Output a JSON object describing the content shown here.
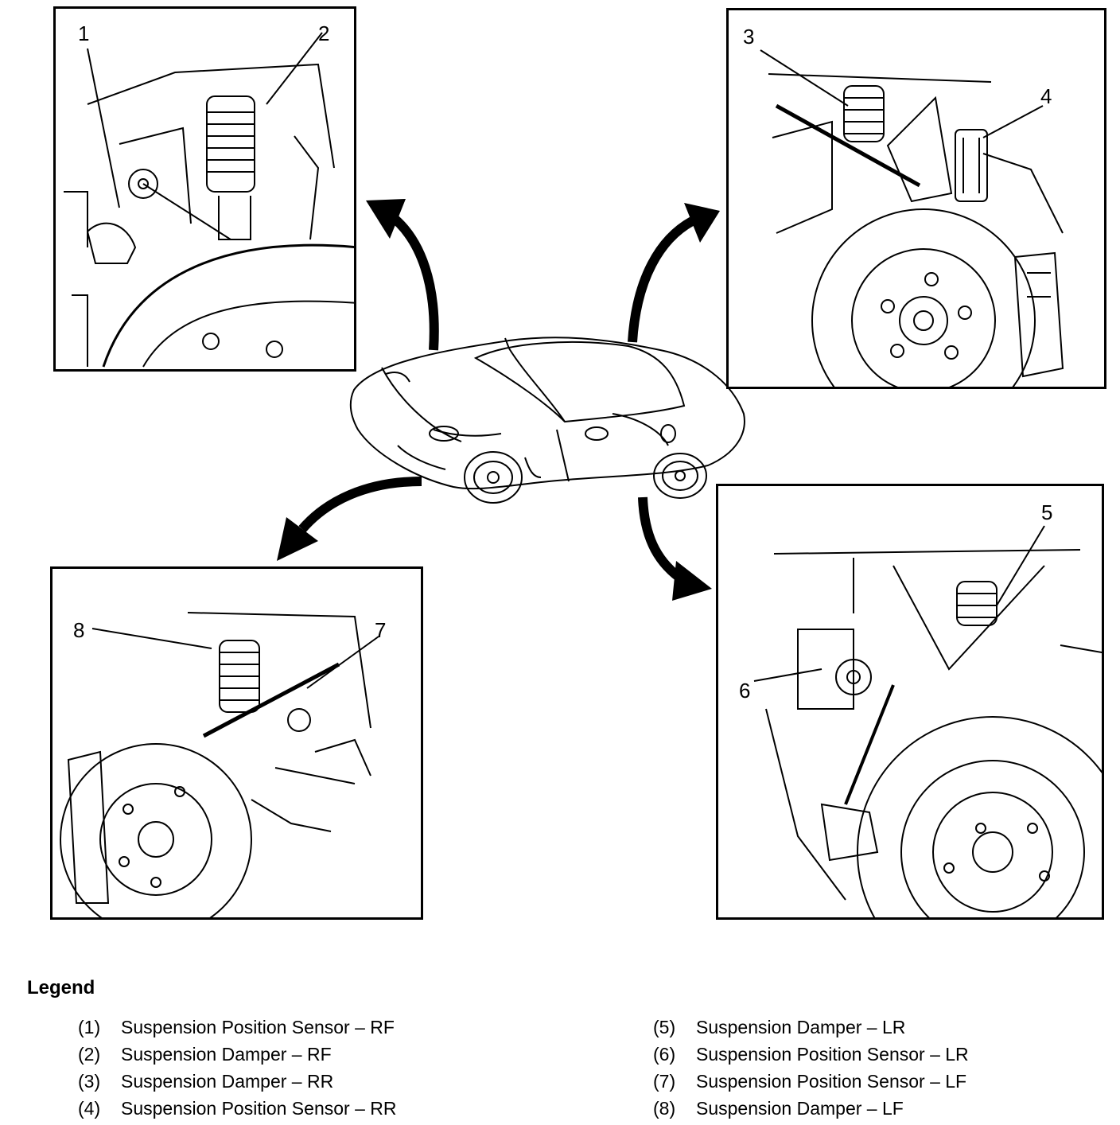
{
  "callouts": [
    "1",
    "2",
    "3",
    "4",
    "5",
    "6",
    "7",
    "8"
  ],
  "legend": {
    "title": "Legend",
    "items": [
      {
        "num": "(1)",
        "text": "Suspension Position Sensor – RF"
      },
      {
        "num": "(2)",
        "text": "Suspension Damper – RF"
      },
      {
        "num": "(3)",
        "text": "Suspension Damper – RR"
      },
      {
        "num": "(4)",
        "text": "Suspension Position Sensor – RR"
      },
      {
        "num": "(5)",
        "text": "Suspension Damper – LR"
      },
      {
        "num": "(6)",
        "text": "Suspension Position Sensor – LR"
      },
      {
        "num": "(7)",
        "text": "Suspension Position Sensor – LF"
      },
      {
        "num": "(8)",
        "text": "Suspension Damper – LF"
      }
    ]
  }
}
